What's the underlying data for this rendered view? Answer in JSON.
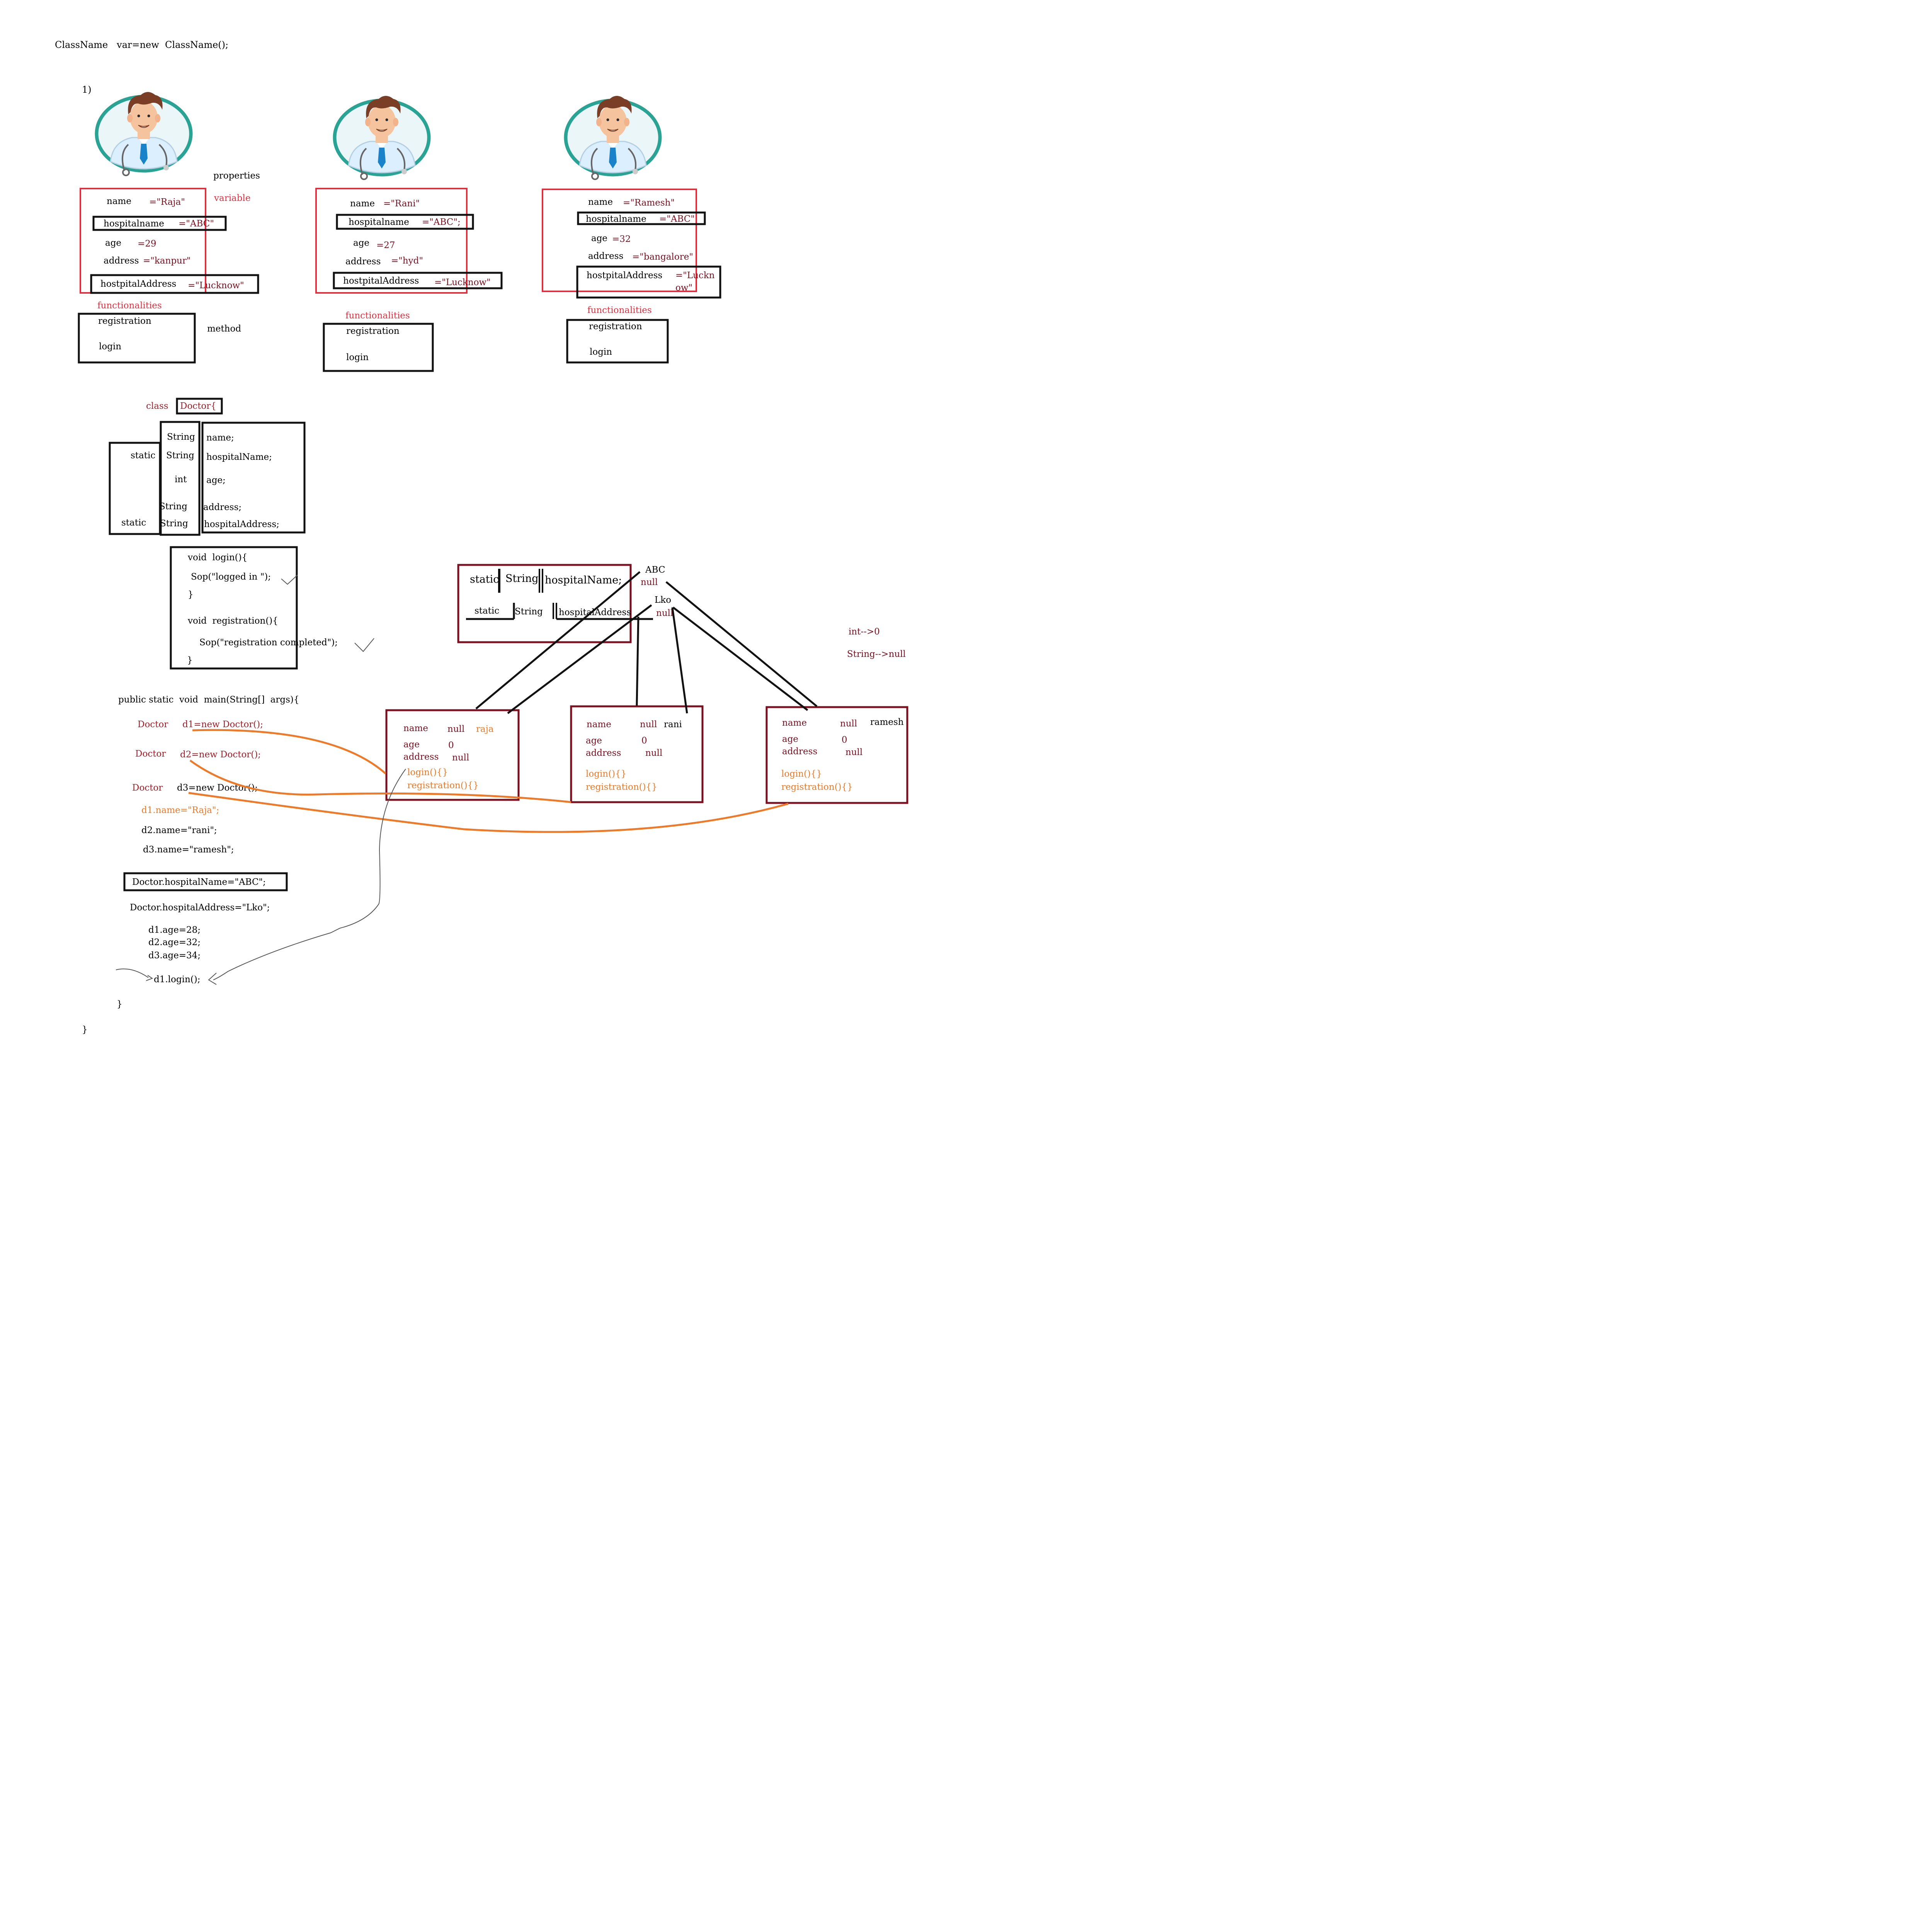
{
  "colors": {
    "ink": "#111111",
    "red_note": "#a0202a",
    "red_box": "#e03040",
    "maroon": "#7a1020",
    "orange": "#ec7a28",
    "teal": "#2aa394",
    "hair": "#7a3e26",
    "skin": "#f5c39e",
    "coat": "#dcefff",
    "tie": "#1a82c8"
  },
  "title_line": "ClassName   var=new  ClassName();",
  "step_label": "1)",
  "labels": {
    "properties": "properties",
    "variable": "variable",
    "functionalities": "functionalities",
    "method": "method"
  },
  "doctors": [
    {
      "name_key": "name",
      "name_val": "=\"Raja\"",
      "hospital_key": "hospitalname",
      "hospital_val": "=\"ABC\"",
      "age_key": "age",
      "age_val": "=29",
      "address_key": "address",
      "address_val": "=\"kanpur\"",
      "haddr_key": "hostpitalAddress",
      "haddr_val": "=\"Lucknow\"",
      "functionalities": "functionalities",
      "registration": "registration",
      "login": "login"
    },
    {
      "name_key": "name",
      "name_val": "=\"Rani\"",
      "hospital_key": "hospitalname",
      "hospital_val": "=\"ABC\";",
      "age_key": "age",
      "age_val": "=27",
      "address_key": "address",
      "address_val": "=\"hyd\"",
      "haddr_key": "hostpitalAddress",
      "haddr_val": "=\"Lucknow\"",
      "functionalities": "functionalities",
      "registration": "registration",
      "login": "login"
    },
    {
      "name_key": "name",
      "name_val": "=\"Ramesh\"",
      "hospital_key": "hospitalname",
      "hospital_val": "=\"ABC\"",
      "age_key": "age",
      "age_val": "=32",
      "address_key": "address",
      "address_val": "=\"bangalore\"",
      "haddr_key": "hostpitalAddress",
      "haddr_val": "=\"Luckn",
      "haddr_val2": "ow\"",
      "functionalities": "functionalities",
      "registration": "registration",
      "login": "login"
    }
  ],
  "class_def": {
    "keyword": "class",
    "name": "Doctor{",
    "static1": "static",
    "static2": "static",
    "types": [
      "String",
      "String",
      "int",
      "String",
      "String"
    ],
    "fields": [
      "name;",
      "hospitalName;",
      "age;",
      "address;",
      "hospitalAddress;"
    ]
  },
  "methods": {
    "login_sig": "void  login(){",
    "login_body": "Sop(\"logged in \");",
    "close1": "}",
    "reg_sig": "void  registration(){",
    "reg_body": "Sop(\"registration completed\");",
    "close2": "}"
  },
  "main": {
    "signature": "public static  void  main(String[]  args){",
    "decl_type": "Doctor",
    "d1_decl": "d1=new Doctor();",
    "d2_decl": "d2=new Doctor();",
    "d3_decl": "d3=new Doctor();",
    "d1_name": "d1.name=\"Raja\";",
    "d2_name": "d2.name=\"rani\";",
    "d3_name": "d3.name=\"ramesh\";",
    "hospital_name": "Doctor.hospitalName=\"ABC\";",
    "hospital_address": "Doctor.hospitalAddress=\"Lko\";",
    "d1_age": "d1.age=28;",
    "d2_age": "d2.age=32;",
    "d3_age": "d3.age=34;",
    "d1_login": "d1.login();",
    "close_main": "}",
    "close_class": "}"
  },
  "static_area": {
    "static1": "static",
    "type1": "String",
    "field1": "hospitalName;",
    "static2": "static",
    "type2": "String",
    "field2": "hospitalAddress",
    "abc": "ABC",
    "null1": "null",
    "lko": "Lko",
    "null2": "null"
  },
  "defaults": {
    "int_default": "int-->0",
    "string_default": "String-->null"
  },
  "objects": [
    {
      "name_key": "name",
      "name_null": "null",
      "name_val": "raja",
      "age_key": "age",
      "age_val": "0",
      "address_key": "address",
      "address_val": "null",
      "login": "login(){}",
      "registration": "registration(){}"
    },
    {
      "name_key": "name",
      "name_null": "null",
      "name_val": "rani",
      "age_key": "age",
      "age_val": "0",
      "address_key": "address",
      "address_val": "null",
      "login": "login(){}",
      "registration": "registration(){}"
    },
    {
      "name_key": "name",
      "name_null": "null",
      "name_val": "ramesh",
      "age_key": "age",
      "age_val": "0",
      "address_key": "address",
      "address_val": "null",
      "login": "login(){}",
      "registration": "registration(){}"
    }
  ]
}
